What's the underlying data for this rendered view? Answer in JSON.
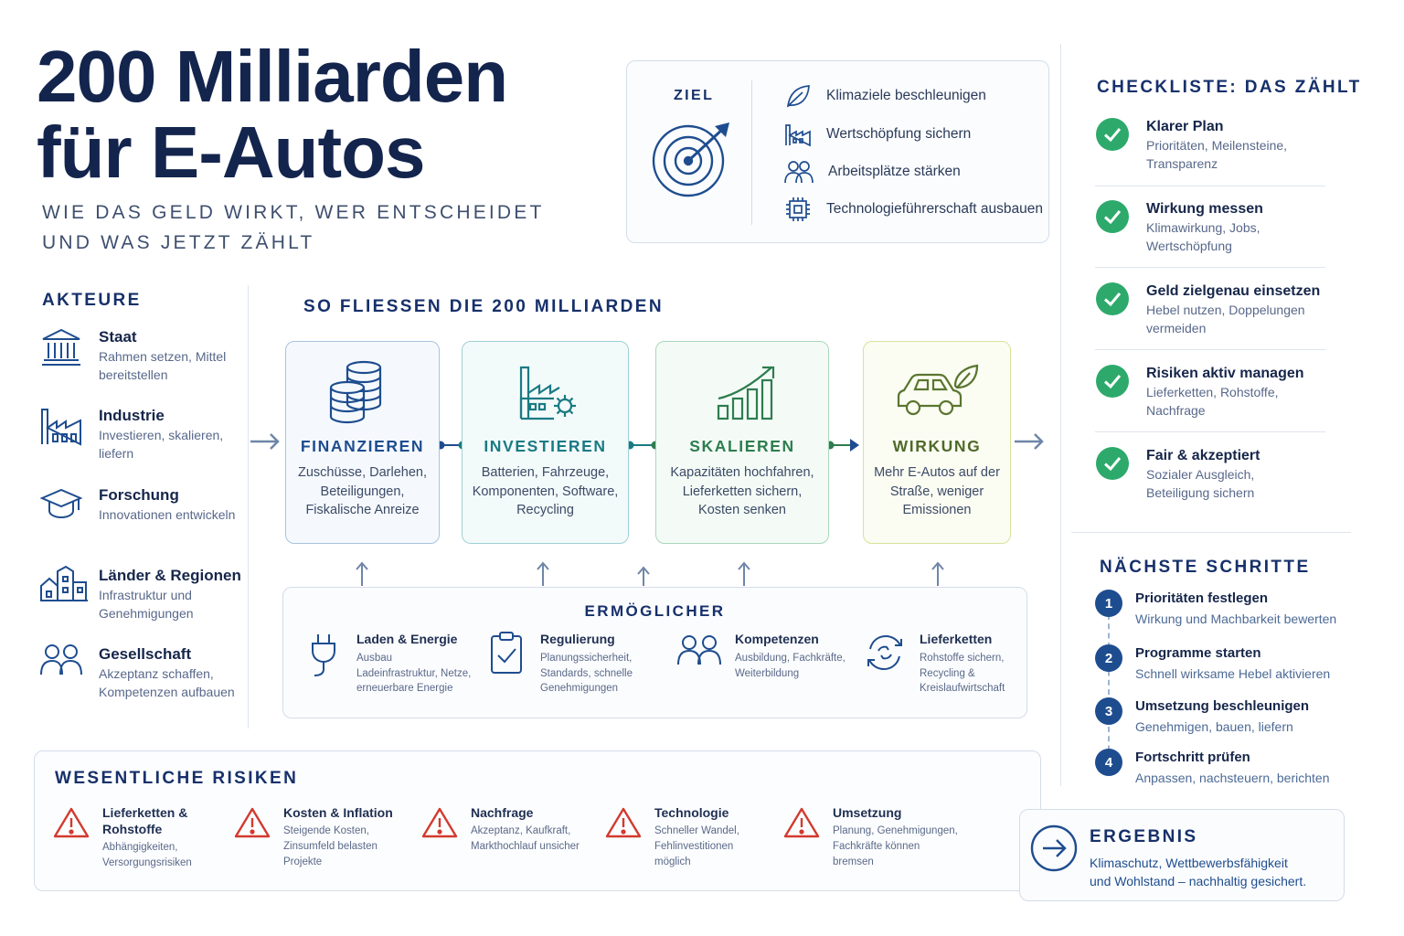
{
  "header": {
    "title_line1": "200 Milliarden",
    "title_line2": "für E-Autos",
    "subtitle_line1": "WIE DAS GELD WIRKT, WER ENTSCHEIDET",
    "subtitle_line2": "UND WAS JETZT ZÄHLT"
  },
  "ziel": {
    "label": "ZIEL",
    "items": [
      {
        "icon": "leaf-icon",
        "text": "Klimaziele beschleunigen"
      },
      {
        "icon": "factory-icon",
        "text": "Wertschöpfung sichern"
      },
      {
        "icon": "people-icon",
        "text": "Arbeitsplätze stärken"
      },
      {
        "icon": "chip-icon",
        "text": "Technologieführerschaft ausbauen"
      }
    ]
  },
  "akteure": {
    "heading": "AKTEURE",
    "items": [
      {
        "icon": "government-building-icon",
        "title": "Staat",
        "text": "Rahmen setzen, Mittel bereitstellen"
      },
      {
        "icon": "factory-icon",
        "title": "Industrie",
        "text": "Investieren, skalieren, liefern"
      },
      {
        "icon": "graduation-cap-icon",
        "title": "Forschung",
        "text": "Innovationen entwickeln"
      },
      {
        "icon": "city-icon",
        "title": "Länder & Regionen",
        "text": "Infrastruktur und Genehmigungen"
      },
      {
        "icon": "people-icon",
        "title": "Gesellschaft",
        "text": "Akzeptanz schaffen, Kompetenzen aufbauen"
      }
    ]
  },
  "flow": {
    "heading": "SO FLIESSEN DIE 200 MILLIARDEN",
    "stages": [
      {
        "icon": "coins-icon",
        "title": "FINANZIEREN",
        "text": "Zuschüsse, Darlehen, Beteiligungen, Fiskalische Anreize",
        "color": "#1e4d8f"
      },
      {
        "icon": "factory-gear-icon",
        "title": "INVESTIEREN",
        "text": "Batterien, Fahrzeuge, Komponenten, Software, Recycling",
        "color": "#1a7a83"
      },
      {
        "icon": "growth-chart-icon",
        "title": "SKALIEREN",
        "text": "Kapazitäten hochfahren, Lieferketten sichern, Kosten senken",
        "color": "#2e7d4f"
      },
      {
        "icon": "car-leaf-icon",
        "title": "WIRKUNG",
        "text": "Mehr E-Autos auf der Straße, weniger Emissionen",
        "color": "#4f6a2a"
      }
    ]
  },
  "enabler": {
    "heading": "ERMÖGLICHER",
    "items": [
      {
        "icon": "plug-icon",
        "title": "Laden & Energie",
        "text": "Ausbau Ladeinfrastruktur, Netze, erneuerbare Energie"
      },
      {
        "icon": "clipboard-check-icon",
        "title": "Regulierung",
        "text": "Planungssicherheit, Standards, schnelle Genehmigungen"
      },
      {
        "icon": "people-icon",
        "title": "Kompetenzen",
        "text": "Ausbildung, Fachkräfte, Weiterbildung"
      },
      {
        "icon": "cycle-icon",
        "title": "Lieferketten",
        "text": "Rohstoffe sichern, Recycling & Kreislaufwirtschaft"
      }
    ]
  },
  "risks": {
    "heading": "WESENTLICHE RISIKEN",
    "items": [
      {
        "title": "Lieferketten & Rohstoffe",
        "text": "Abhängigkeiten, Versorgungsrisiken"
      },
      {
        "title": "Kosten & Inflation",
        "text": "Steigende Kosten, Zinsumfeld belasten Projekte"
      },
      {
        "title": "Nachfrage",
        "text": "Akzeptanz, Kaufkraft, Markthochlauf unsicher"
      },
      {
        "title": "Technologie",
        "text": "Schneller Wandel, Fehlinvestitionen möglich"
      },
      {
        "title": "Umsetzung",
        "text": "Planung, Genehmigungen, Fachkräfte können bremsen"
      }
    ],
    "icon": "warning-icon",
    "color": "#d23a2f"
  },
  "checklist": {
    "heading": "CHECKLISTE: DAS ZÄHLT",
    "items": [
      {
        "title": "Klarer Plan",
        "text": "Prioritäten, Meilensteine, Transparenz"
      },
      {
        "title": "Wirkung messen",
        "text": "Klimawirkung, Jobs, Wertschöpfung"
      },
      {
        "title": "Geld zielgenau einsetzen",
        "text": "Hebel nutzen, Doppelungen vermeiden"
      },
      {
        "title": "Risiken aktiv managen",
        "text": "Lieferketten, Rohstoffe, Nachfrage"
      },
      {
        "title": "Fair & akzeptiert",
        "text": "Sozialer Ausgleich, Beteiligung sichern"
      }
    ],
    "icon": "check-circle-icon",
    "color": "#2daa6b"
  },
  "steps": {
    "heading": "NÄCHSTE SCHRITTE",
    "items": [
      {
        "num": "1",
        "title": "Prioritäten festlegen",
        "text": "Wirkung und Machbarkeit bewerten"
      },
      {
        "num": "2",
        "title": "Programme starten",
        "text": "Schnell wirksame Hebel aktivieren"
      },
      {
        "num": "3",
        "title": "Umsetzung beschleunigen",
        "text": "Genehmigen, bauen, liefern"
      },
      {
        "num": "4",
        "title": "Fortschritt prüfen",
        "text": "Anpassen, nachsteuern, berichten"
      }
    ]
  },
  "ergebnis": {
    "heading": "ERGEBNIS",
    "text_line1": "Klimaschutz, Wettbewerbsfähigkeit",
    "text_line2": "und Wohlstand – nachhaltig gesichert.",
    "icon": "arrow-circle-icon"
  }
}
